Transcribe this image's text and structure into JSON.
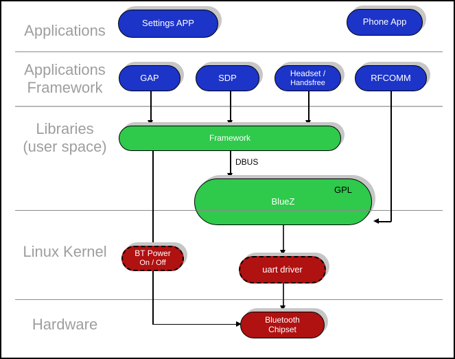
{
  "colors": {
    "blue": "#1c34c8",
    "green": "#2fc94b",
    "red": "#b01111",
    "label_gray": "#9e9e9e",
    "separator_gray": "#8a8a8a",
    "separator_light": "#b8b8b8",
    "shadow": "#c6c6c6"
  },
  "layers": {
    "applications": {
      "line1": "Applications"
    },
    "app_framework": {
      "line1": "Applications",
      "line2": "Framework"
    },
    "libraries": {
      "line1": "Libraries",
      "line2": "(user space)"
    },
    "kernel": {
      "line1": "Linux Kernel"
    },
    "hardware": {
      "line1": "Hardware"
    }
  },
  "nodes": {
    "settings_app": {
      "label": "Settings APP"
    },
    "phone_app": {
      "label": "Phone App"
    },
    "gap": {
      "label": "GAP"
    },
    "sdp": {
      "label": "SDP"
    },
    "headset": {
      "line1": "Headset /",
      "line2": "Handsfree"
    },
    "rfcomm": {
      "label": "RFCOMM"
    },
    "framework": {
      "label": "Framework"
    },
    "bluez": {
      "label": "BlueZ",
      "badge": "GPL"
    },
    "bt_power": {
      "line1": "BT Power",
      "line2": "On / Off"
    },
    "uart_driver": {
      "label": "uart driver"
    },
    "bt_chipset": {
      "line1": "Bluetooth",
      "line2": "Chipset"
    }
  },
  "edges": {
    "dbus_label": "DBUS"
  }
}
